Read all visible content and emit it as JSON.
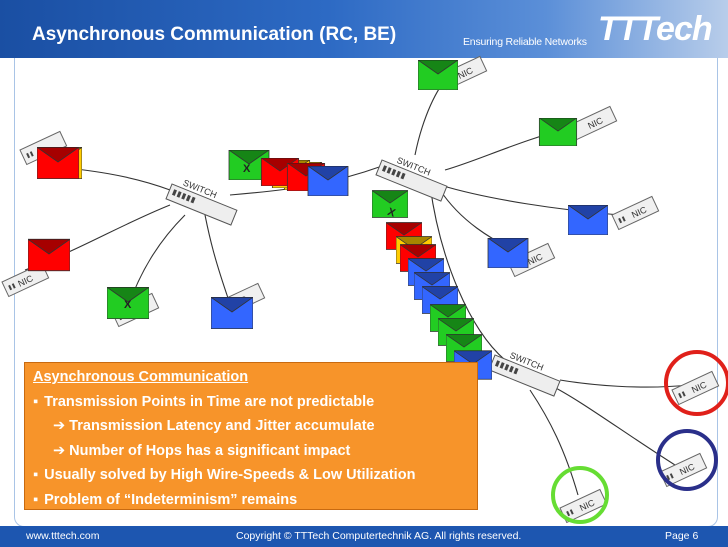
{
  "header": {
    "title": "Asynchronous Communication (RC, BE)",
    "tagline": "Ensuring Reliable Networks",
    "logo": "TTTech"
  },
  "labels": {
    "switch": "SWITCH",
    "nic": "NIC",
    "x": "X"
  },
  "infobox": {
    "heading": "Asynchronous Communication",
    "lines": [
      {
        "text": "Transmission Points in Time are not predictable",
        "kind": "bullet"
      },
      {
        "text": "➔ Transmission Latency and Jitter accumulate",
        "kind": "sub"
      },
      {
        "text": "➔ Number of Hops has a significant impact",
        "kind": "sub"
      },
      {
        "text": "Usually solved by High Wire-Speeds & Low Utilization",
        "kind": "bullet"
      },
      {
        "text": "Problem of “Indeterminism” remains",
        "kind": "bullet"
      }
    ]
  },
  "footer": {
    "left": "www.tttech.com",
    "center": "Copyright © TTTech Computertechnik AG. All rights reserved.",
    "right": "Page 6"
  },
  "colors": {
    "red": "#ff0000",
    "yellow": "#ffcc00",
    "green": "#22cc22",
    "blue": "#3366ff",
    "highlight_red": "#e0201a",
    "highlight_navy": "#2a2f8a",
    "highlight_green": "#66dd33"
  }
}
